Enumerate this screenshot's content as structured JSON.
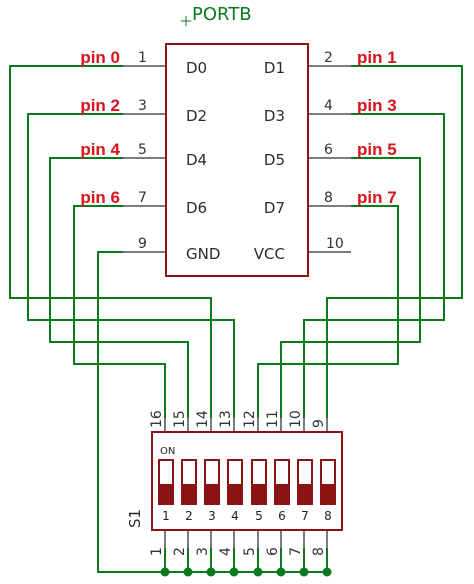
{
  "chip": {
    "name": "PORTB",
    "left_pins": [
      {
        "signal": "D0",
        "number": "1",
        "label": "pin 0"
      },
      {
        "signal": "D2",
        "number": "3",
        "label": "pin 2"
      },
      {
        "signal": "D4",
        "number": "5",
        "label": "pin 4"
      },
      {
        "signal": "D6",
        "number": "7",
        "label": "pin 6"
      },
      {
        "signal": "GND",
        "number": "9",
        "label": ""
      }
    ],
    "right_pins": [
      {
        "signal": "D1",
        "number": "2",
        "label": "pin 1"
      },
      {
        "signal": "D3",
        "number": "4",
        "label": "pin 3"
      },
      {
        "signal": "D5",
        "number": "6",
        "label": "pin 5"
      },
      {
        "signal": "D7",
        "number": "8",
        "label": "pin 7"
      },
      {
        "signal": "VCC",
        "number": "10",
        "label": ""
      }
    ]
  },
  "switch": {
    "name": "S1",
    "on_label": "ON",
    "top_pins": [
      "16",
      "15",
      "14",
      "13",
      "12",
      "11",
      "10",
      "9"
    ],
    "bottom_pins": [
      "1",
      "2",
      "3",
      "4",
      "5",
      "6",
      "7",
      "8"
    ],
    "switch_numbers": [
      "1",
      "2",
      "3",
      "4",
      "5",
      "6",
      "7",
      "8"
    ]
  },
  "colors": {
    "wire": "#0b7a1e",
    "label": "#d8141c",
    "body": "#8a1414",
    "toggle": "#8a1414"
  }
}
